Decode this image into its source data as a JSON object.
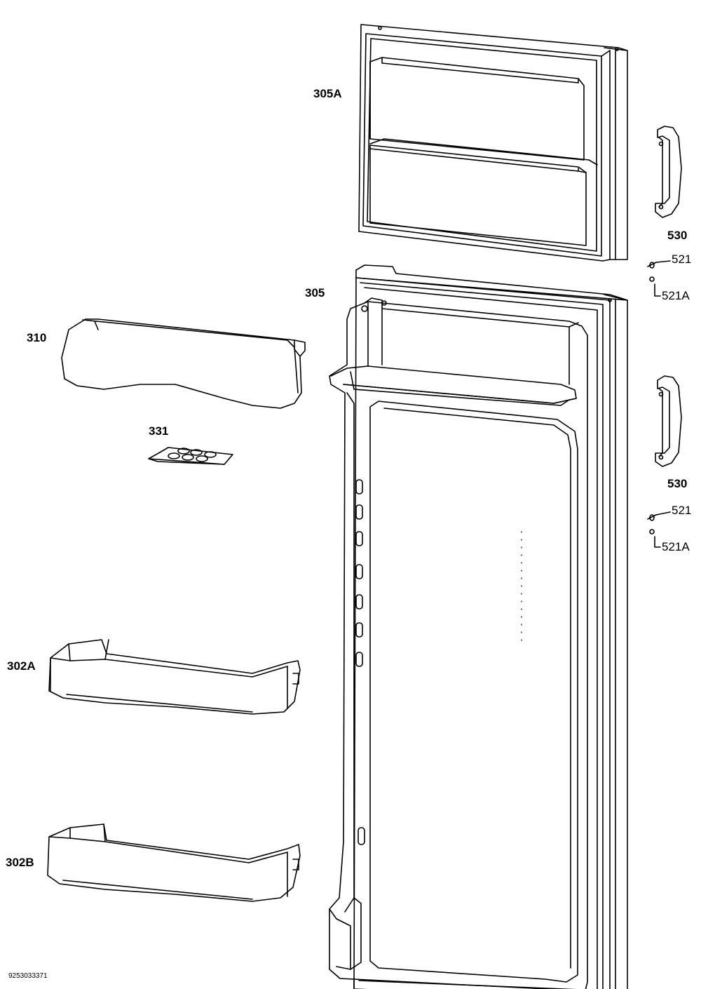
{
  "labels": {
    "p305A": "305A",
    "p305": "305",
    "p310": "310",
    "p331": "331",
    "p302A": "302A",
    "p302B": "302B",
    "p530a": "530",
    "p521a": "521",
    "p521Aa": "521A",
    "p530b": "530",
    "p521b": "521",
    "p521Ab": "521A"
  },
  "document_number": "9253033371",
  "colors": {
    "line": "#000000",
    "background": "#ffffff"
  }
}
